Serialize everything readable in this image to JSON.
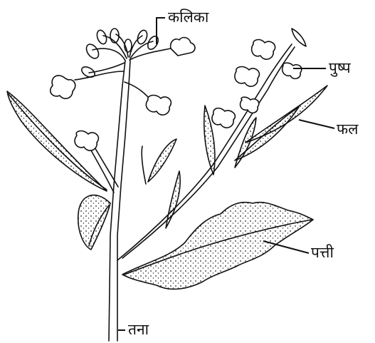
{
  "diagram": {
    "labels": {
      "bud": "कलिका",
      "flower": "पुष्प",
      "fruit": "फल",
      "leaf": "पत्ती",
      "stem": "तना"
    },
    "colors": {
      "ink": "#111111",
      "background": "#ffffff"
    }
  }
}
